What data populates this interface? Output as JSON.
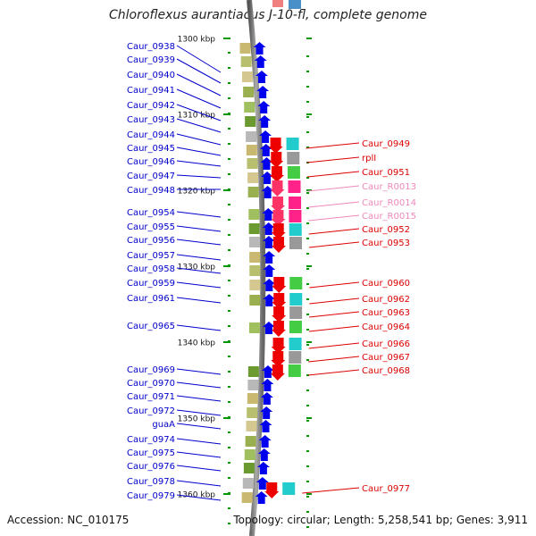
{
  "title": "Chloroflexus aurantiacus J-10-fl, complete genome",
  "footer": {
    "accession": "Accession: NC_010175",
    "summary": "Topology: circular; Length: 5,258,541 bp; Genes: 3,911"
  },
  "colors": {
    "forward_label": "#0000cc",
    "reverse_label": "#dd0000",
    "rna_label": "#ee88bb",
    "forward_arrow": "#0000ee",
    "reverse_arrow": "#ee0000",
    "backbone": "#888888",
    "tick": "#009900"
  },
  "ruler": [
    {
      "label": "1300 kbp",
      "pos": 43
    },
    {
      "label": "1310 kbp",
      "pos": 128
    },
    {
      "label": "1320 kbp",
      "pos": 213
    },
    {
      "label": "1330 kbp",
      "pos": 298
    },
    {
      "label": "1340 kbp",
      "pos": 383
    },
    {
      "label": "1350 kbp",
      "pos": 468
    },
    {
      "label": "1360 kbp",
      "pos": 553
    }
  ],
  "forward_genes": [
    {
      "label": "Caur_0938",
      "pos": 51
    },
    {
      "label": "Caur_0939",
      "pos": 66
    },
    {
      "label": "Caur_0940",
      "pos": 83
    },
    {
      "label": "Caur_0941",
      "pos": 100
    },
    {
      "label": "Caur_0942",
      "pos": 117
    },
    {
      "label": "Caur_0943",
      "pos": 133
    },
    {
      "label": "Caur_0944",
      "pos": 150
    },
    {
      "label": "Caur_0945",
      "pos": 165
    },
    {
      "label": "Caur_0946",
      "pos": 180
    },
    {
      "label": "Caur_0947",
      "pos": 196
    },
    {
      "label": "Caur_0948",
      "pos": 212
    },
    {
      "label": "Caur_0954",
      "pos": 237
    },
    {
      "label": "Caur_0955",
      "pos": 253
    },
    {
      "label": "Caur_0956",
      "pos": 268
    },
    {
      "label": "Caur_0957",
      "pos": 285
    },
    {
      "label": "Caur_0958",
      "pos": 300
    },
    {
      "label": "Caur_0959",
      "pos": 316
    },
    {
      "label": "Caur_0961",
      "pos": 333
    },
    {
      "label": "Caur_0965",
      "pos": 364
    },
    {
      "label": "Caur_0969",
      "pos": 413
    },
    {
      "label": "Caur_0970",
      "pos": 428
    },
    {
      "label": "Caur_0971",
      "pos": 443
    },
    {
      "label": "Caur_0972",
      "pos": 459
    },
    {
      "label": "guaA",
      "pos": 474
    },
    {
      "label": "Caur_0974",
      "pos": 491
    },
    {
      "label": "Caur_0975",
      "pos": 506
    },
    {
      "label": "Caur_0976",
      "pos": 521
    },
    {
      "label": "Caur_0978",
      "pos": 538
    },
    {
      "label": "Caur_0979",
      "pos": 554
    }
  ],
  "reverse_genes": [
    {
      "label": "Caur_0949",
      "pos": 160,
      "rna": false
    },
    {
      "label": "rplI",
      "pos": 176,
      "rna": false
    },
    {
      "label": "Caur_0951",
      "pos": 192,
      "rna": false
    },
    {
      "label": "Caur_R0013",
      "pos": 208,
      "rna": true
    },
    {
      "label": "Caur_R0014",
      "pos": 226,
      "rna": true
    },
    {
      "label": "Caur_R0015",
      "pos": 241,
      "rna": true
    },
    {
      "label": "Caur_0952",
      "pos": 256,
      "rna": false
    },
    {
      "label": "Caur_0953",
      "pos": 271,
      "rna": false
    },
    {
      "label": "Caur_0960",
      "pos": 316,
      "rna": false
    },
    {
      "label": "Caur_0962",
      "pos": 334,
      "rna": false
    },
    {
      "label": "Caur_0963",
      "pos": 349,
      "rna": false
    },
    {
      "label": "Caur_0964",
      "pos": 365,
      "rna": false
    },
    {
      "label": "Caur_0966",
      "pos": 384,
      "rna": false
    },
    {
      "label": "Caur_0967",
      "pos": 399,
      "rna": false
    },
    {
      "label": "Caur_0968",
      "pos": 414,
      "rna": false
    },
    {
      "label": "Caur_0977",
      "pos": 546,
      "rna": false
    }
  ]
}
